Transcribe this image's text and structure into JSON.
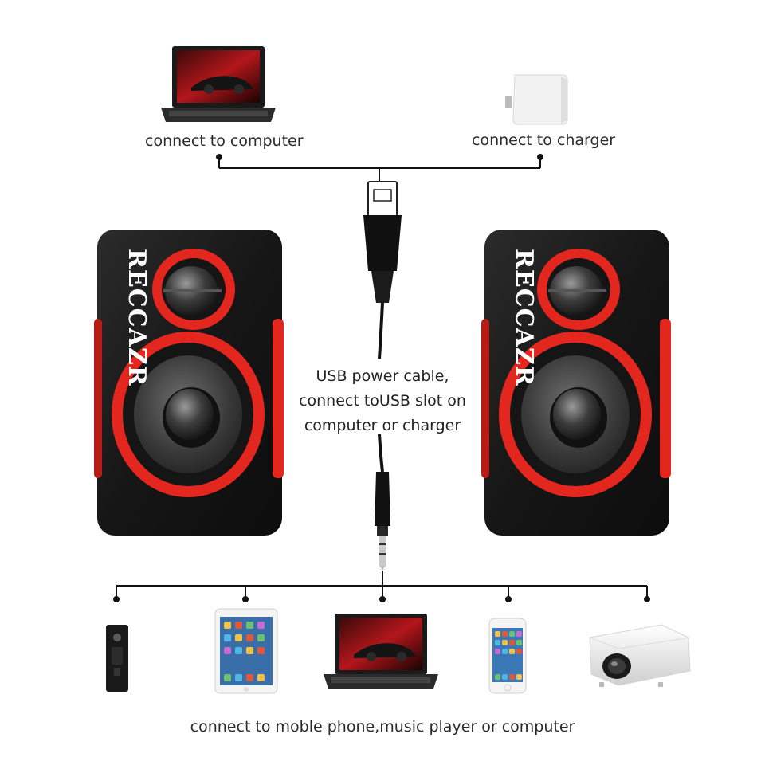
{
  "brand": "RECCAZR",
  "top_connections": {
    "computer_label": "connect to computer",
    "charger_label": "connect to charger"
  },
  "cable": {
    "line1": "USB power cable,",
    "line2": "connect toUSB slot on",
    "line3": "computer or charger"
  },
  "bottom_connections": {
    "label": "connect to moble phone,music player or computer",
    "devices": [
      "music-player",
      "tablet",
      "laptop",
      "phone",
      "projector"
    ]
  },
  "colors": {
    "speaker_body": "#1c1c1c",
    "speaker_accent": "#e3271e",
    "cable": "#111111"
  }
}
